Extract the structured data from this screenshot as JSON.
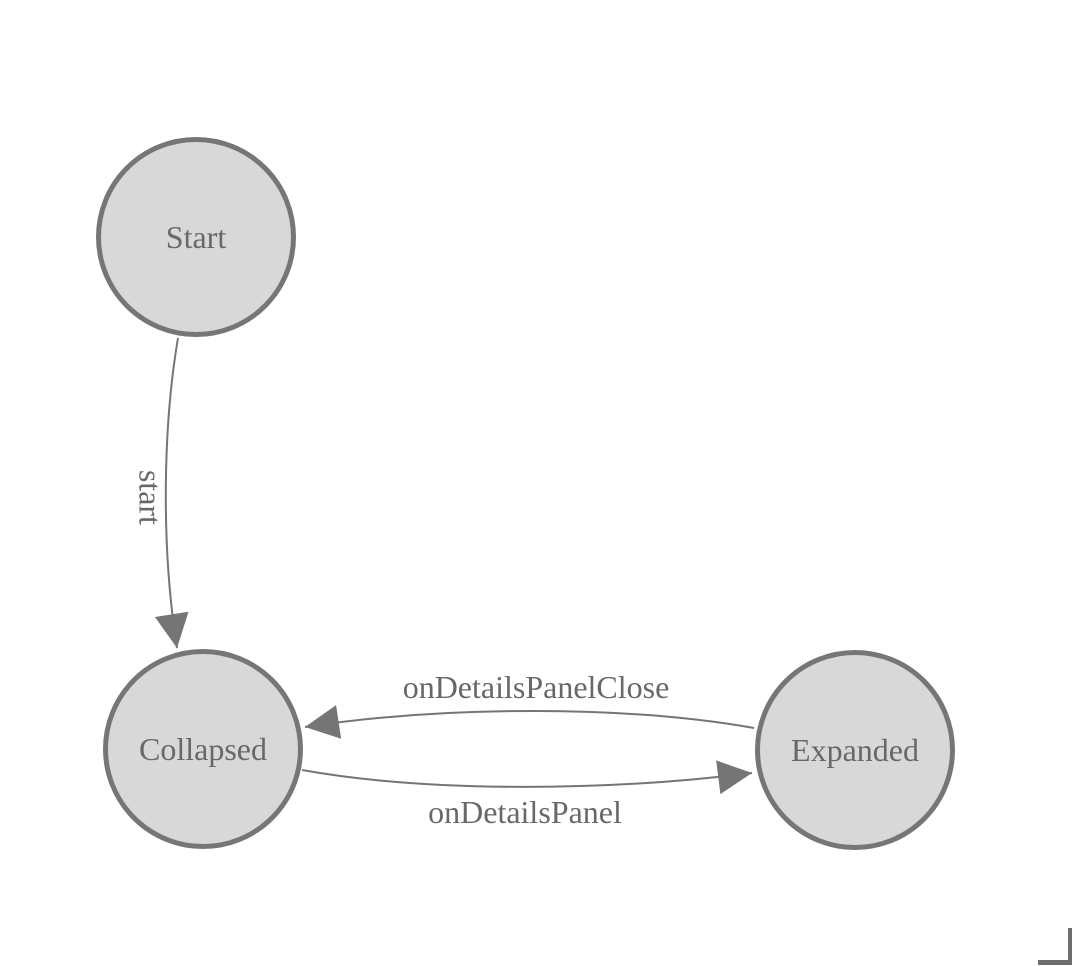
{
  "diagram": {
    "type": "state-machine",
    "background_color": "#ffffff",
    "node_fill_color": "#d8d8d8",
    "node_stroke_color": "#767676",
    "edge_color": "#757575",
    "text_color": "#686868",
    "nodes": [
      {
        "id": "start",
        "label": "Start"
      },
      {
        "id": "collapsed",
        "label": "Collapsed"
      },
      {
        "id": "expanded",
        "label": "Expanded"
      }
    ],
    "edges": [
      {
        "from": "start",
        "to": "collapsed",
        "label": "start"
      },
      {
        "from": "expanded",
        "to": "collapsed",
        "label": "onDetailsPanelClose"
      },
      {
        "from": "collapsed",
        "to": "expanded",
        "label": "onDetailsPanel"
      }
    ]
  },
  "viewport": {
    "corner_mark_color": "#6e6e6e"
  }
}
